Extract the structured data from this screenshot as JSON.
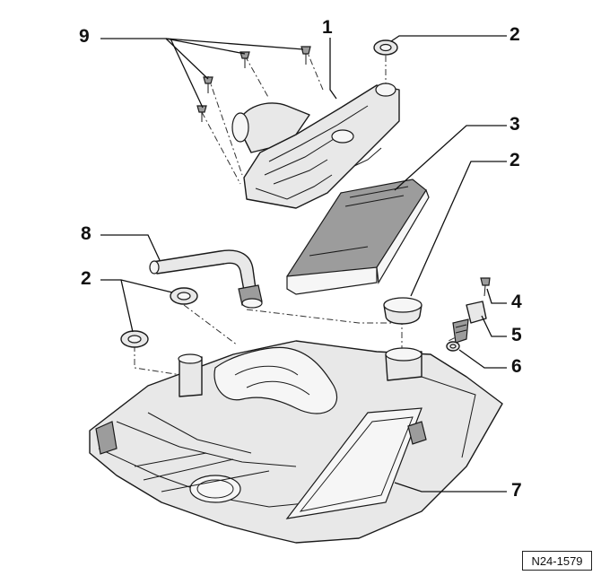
{
  "callouts": {
    "c1": "1",
    "c2a": "2",
    "c3": "3",
    "c2b": "2",
    "c8": "8",
    "c2c": "2",
    "c4": "4",
    "c5": "5",
    "c6": "6",
    "c7": "7",
    "c9": "9"
  },
  "figure_ref": "N24-1579"
}
